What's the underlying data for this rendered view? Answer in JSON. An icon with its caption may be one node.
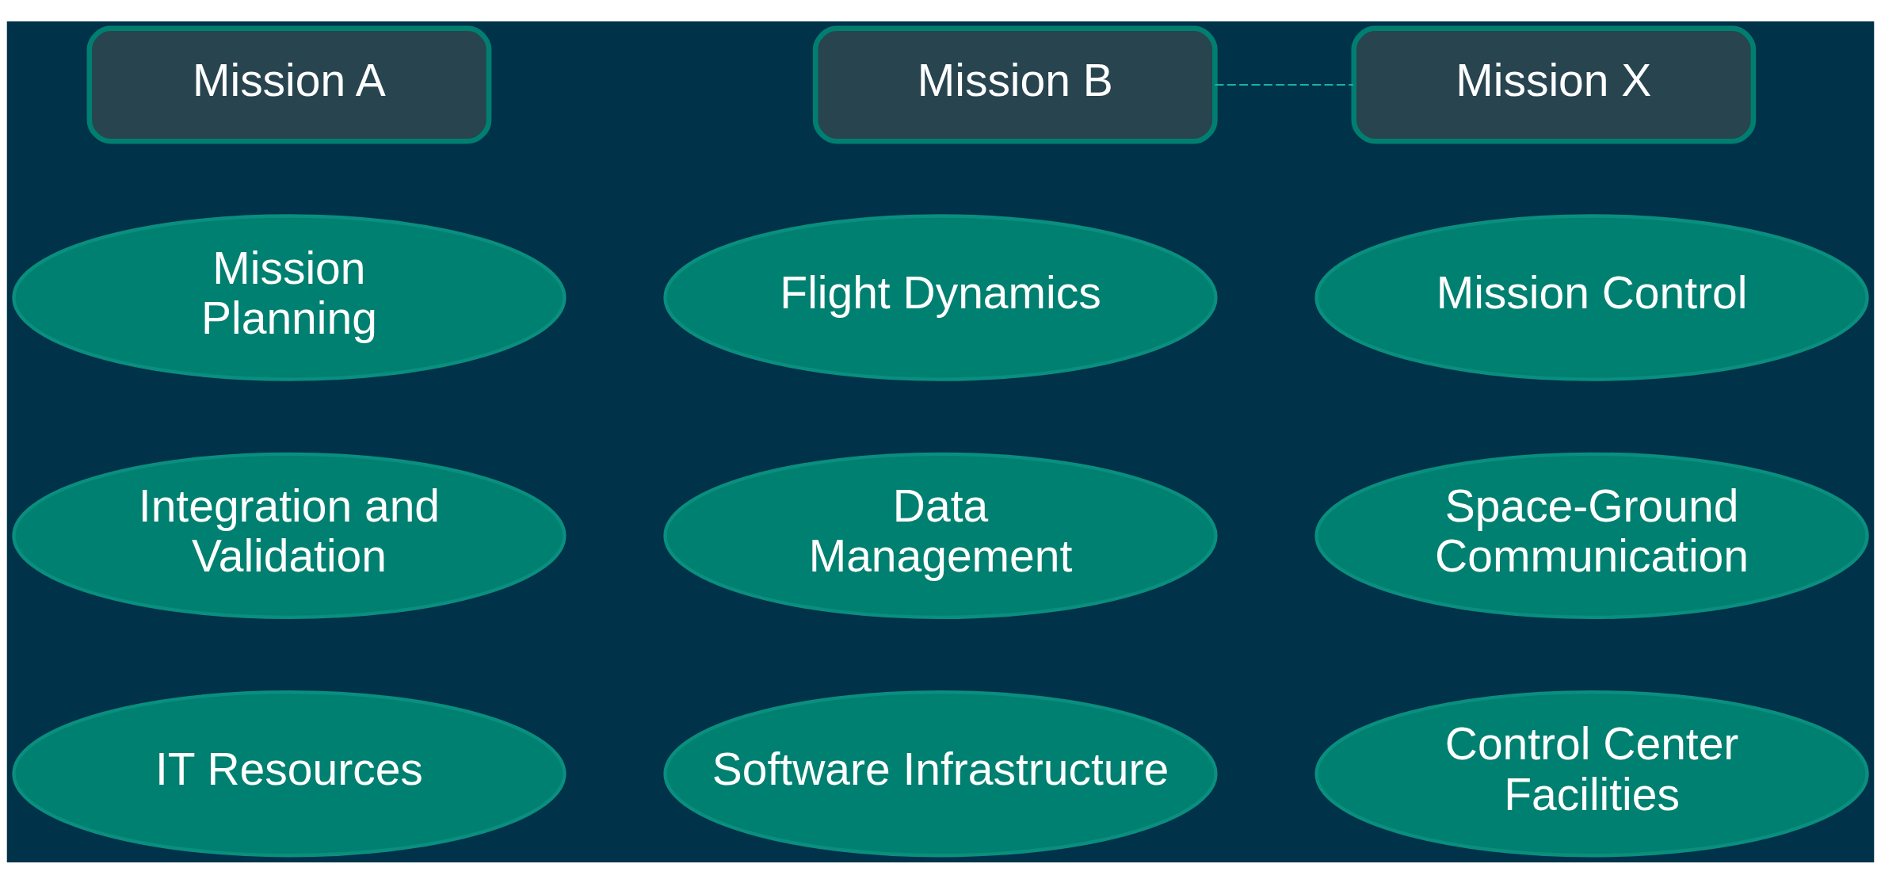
{
  "diagram": {
    "nodes": [
      {
        "text": [
          "Mission A"
        ]
      },
      {
        "text": [
          "Mission B"
        ]
      },
      {
        "text": [
          "Mission X"
        ]
      },
      {
        "text": [
          "Mission Planning"
        ]
      },
      {
        "text": [
          "Flight Dynamics"
        ]
      },
      {
        "text": [
          "Integration and Validation"
        ]
      },
      {
        "text": [
          "Mission Control"
        ]
      },
      {
        "text": [
          "Data Management"
        ]
      },
      {
        "text": [
          "Space-Ground Communication"
        ]
      },
      {
        "text": [
          "Software Infrastructure"
        ]
      },
      {
        "text": [
          "Control Center Facilities"
        ]
      },
      {
        "text": [
          "IT Resources"
        ]
      }
    ],
    "edges": [
      {
        "from": 1,
        "to": 2,
        "arrow": "none",
        "style": "dashed",
        "color": "#12b5a0"
      }
    ]
  }
}
